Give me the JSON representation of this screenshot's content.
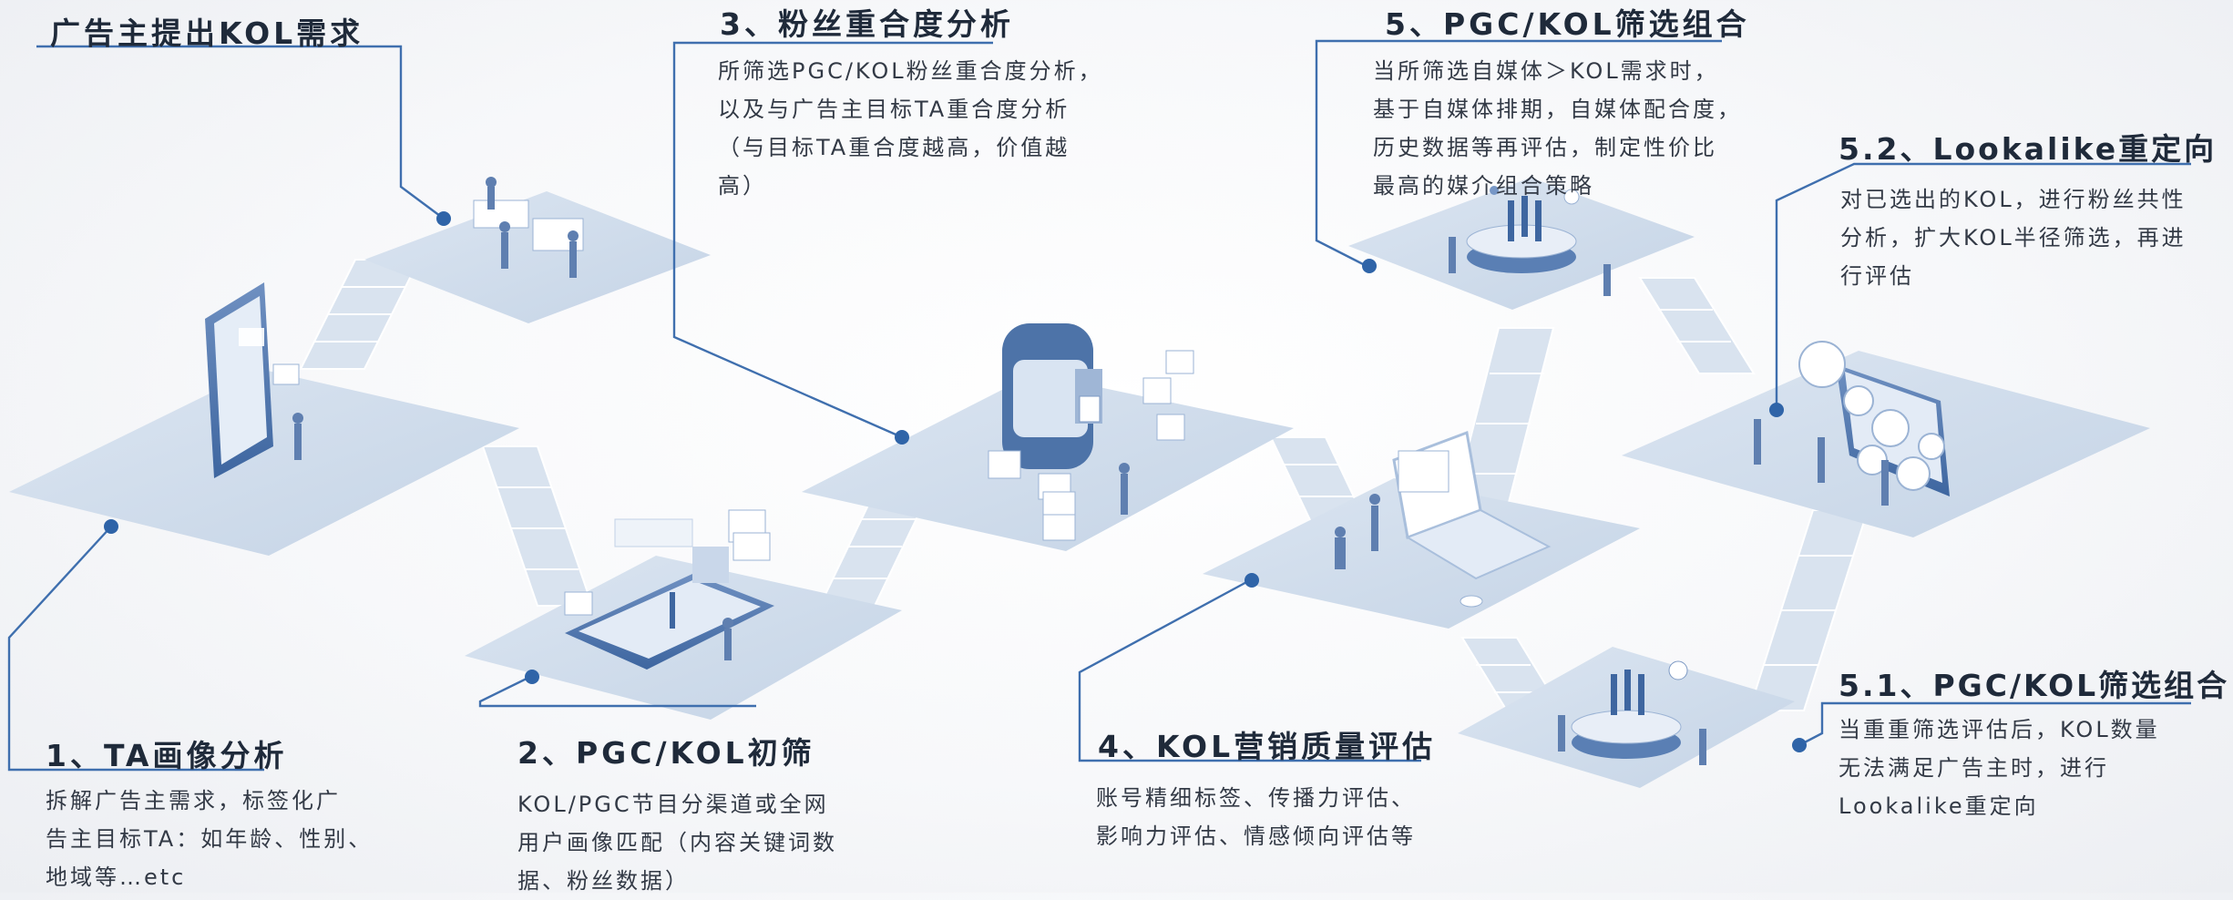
{
  "headline": "广告主提出KOL需求",
  "steps": [
    {
      "title": "1、TA画像分析",
      "desc": [
        "拆解广告主需求，标签化广",
        "告主目标TA：如年龄、性别、",
        "地域等…etc"
      ]
    },
    {
      "title": "2、PGC/KOL初筛",
      "desc": [
        "KOL/PGC节目分渠道或全网",
        "用户画像匹配（内容关键词数",
        "据、粉丝数据）"
      ]
    },
    {
      "title": "3、粉丝重合度分析",
      "desc": [
        "所筛选PGC/KOL粉丝重合度分析，",
        "以及与广告主目标TA重合度分析",
        "（与目标TA重合度越高，价值越",
        "高）"
      ]
    },
    {
      "title": "4、KOL营销质量评估",
      "desc": [
        "账号精细标签、传播力评估、",
        "影响力评估、情感倾向评估等"
      ]
    },
    {
      "title": "5、PGC/KOL筛选组合",
      "desc": [
        "当所筛选自媒体＞KOL需求时，",
        "基于自媒体排期，自媒体配合度，",
        "历史数据等再评估，制定性价比",
        "最高的媒介组合策略"
      ]
    },
    {
      "title": "5.1、PGC/KOL筛选组合",
      "desc": [
        "当重重筛选评估后，KOL数量",
        "无法满足广告主时，进行",
        "Lookalike重定向"
      ]
    },
    {
      "title": "5.2、Lookalike重定向",
      "desc": [
        "对已选出的KOL，进行粉丝共性",
        "分析，扩大KOL半径筛选，再进",
        "行评估"
      ]
    }
  ],
  "colors": {
    "accent": "#3f6fae",
    "dot": "#2f64a8",
    "platform": "#cfdceb",
    "text": "#1f2a3a"
  }
}
